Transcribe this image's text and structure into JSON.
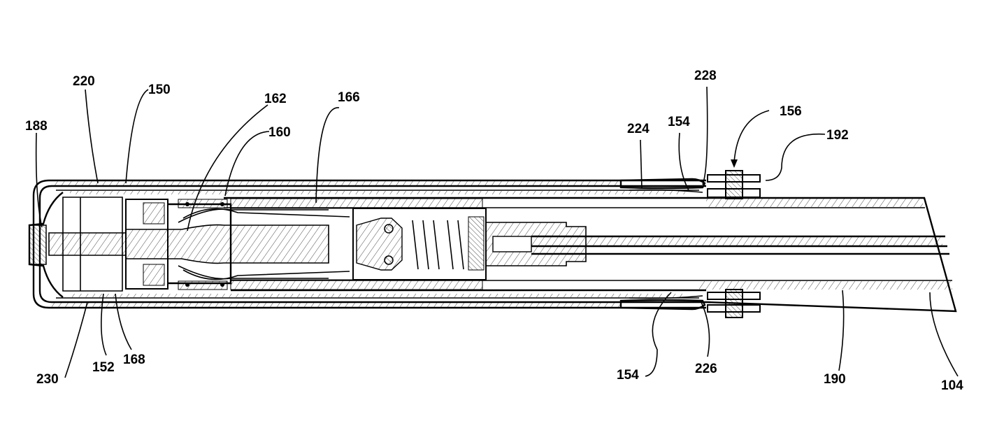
{
  "figure": {
    "labels": {
      "l220": "220",
      "l150": "150",
      "l162": "162",
      "l166": "166",
      "l160": "160",
      "l188": "188",
      "l224": "224",
      "l154_top": "154",
      "l228": "228",
      "l156": "156",
      "l192": "192",
      "l230": "230",
      "l152": "152",
      "l168": "168",
      "l154_bottom": "154",
      "l226": "226",
      "l190": "190",
      "l104": "104"
    }
  }
}
